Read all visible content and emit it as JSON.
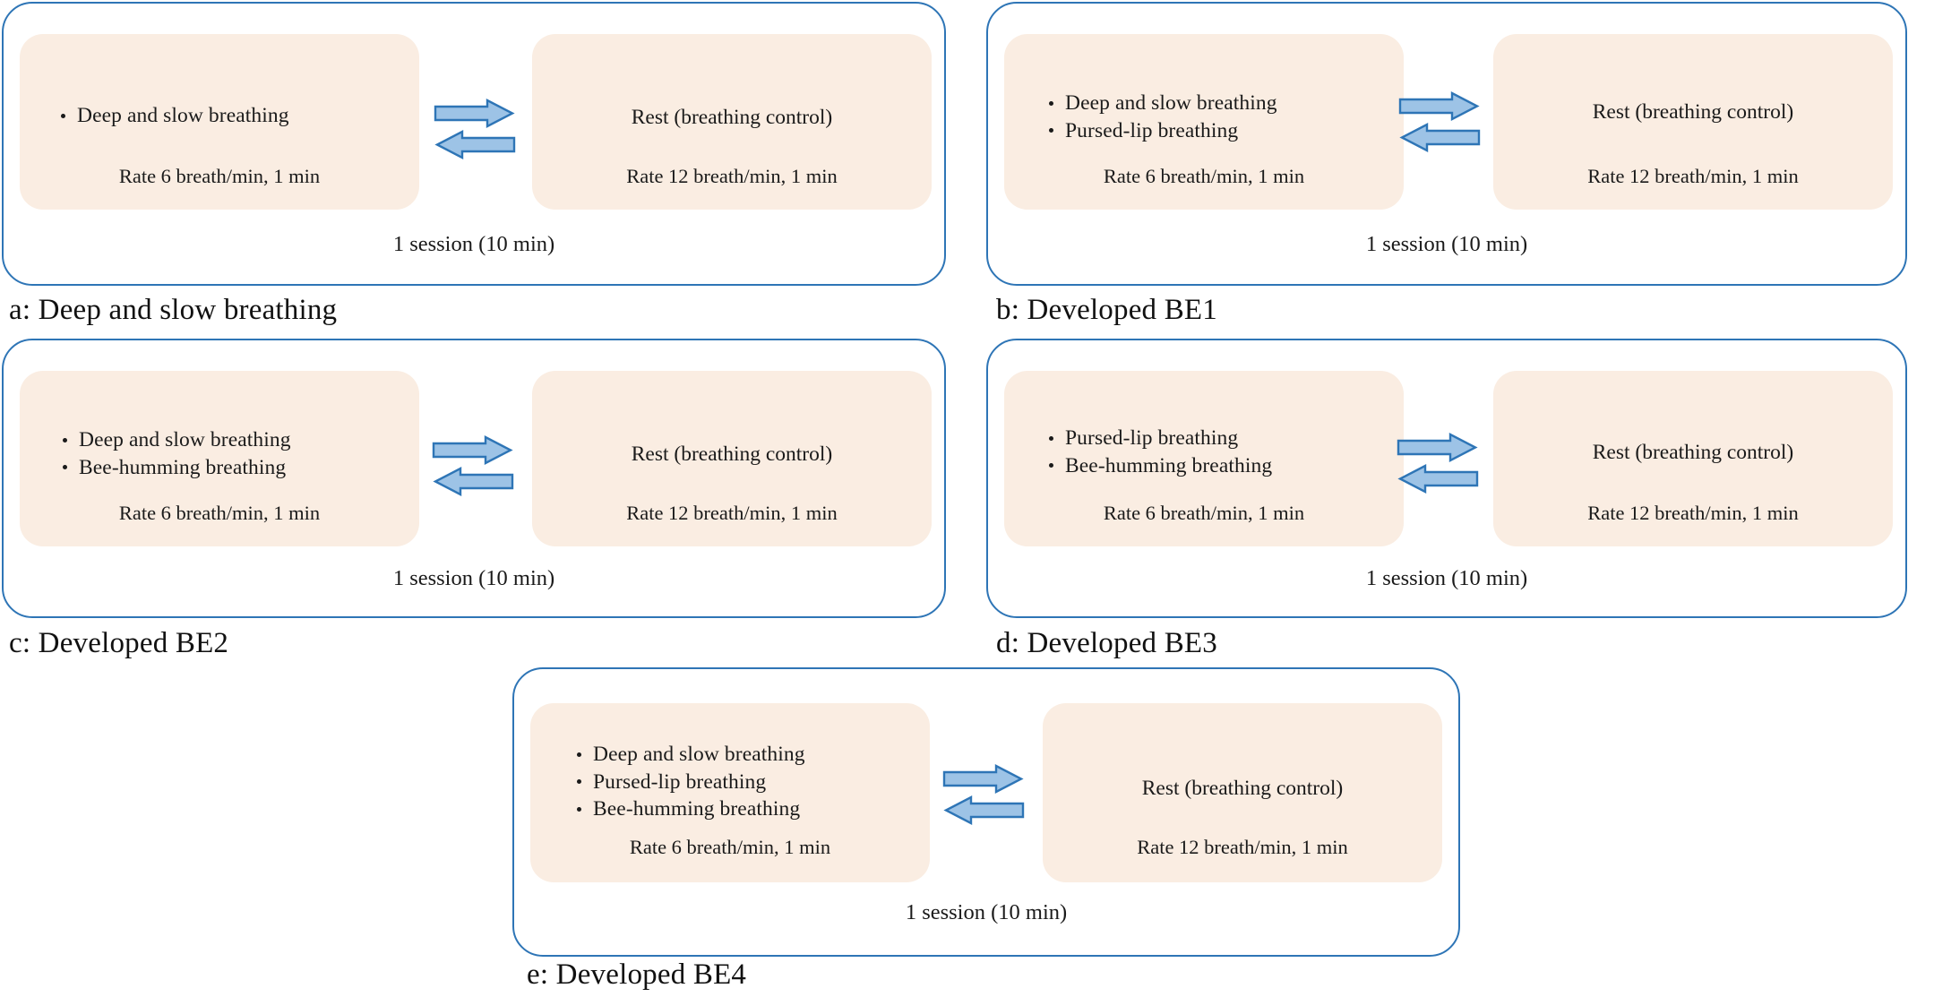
{
  "figure": {
    "colors": {
      "panel_border": "#2E75B6",
      "card_fill": "#FAEDE2",
      "arrow_fill": "#9DC3E6",
      "arrow_stroke": "#2E75B6",
      "text": "#1a1a1a",
      "page_background": "#FFFFFF"
    },
    "common": {
      "rest_label": "Rest (breathing control)",
      "rate_left": "Rate 6 breath/min, 1 min",
      "rate_right": "Rate 12 breath/min, 1 min",
      "session": "1 session (10 min)",
      "arrow_right_icon": "arrow-right-icon",
      "arrow_left_icon": "arrow-left-icon"
    },
    "panels": [
      {
        "id": "a",
        "caption": "a: Deep and slow breathing",
        "bullets": [
          "Deep and slow breathing"
        ],
        "rest_label": "Rest (breathing control)",
        "rate_left": "Rate 6 breath/min, 1 min",
        "rate_right": "Rate 12 breath/min, 1 min",
        "session": "1 session (10 min)"
      },
      {
        "id": "b",
        "caption": "b: Developed BE1",
        "bullets": [
          "Deep and slow breathing",
          "Pursed-lip breathing"
        ],
        "rest_label": "Rest (breathing control)",
        "rate_left": "Rate 6 breath/min, 1 min",
        "rate_right": "Rate 12 breath/min, 1 min",
        "session": "1 session (10 min)"
      },
      {
        "id": "c",
        "caption": "c: Developed BE2",
        "bullets": [
          "Deep and slow breathing",
          "Bee-humming breathing"
        ],
        "rest_label": "Rest (breathing control)",
        "rate_left": "Rate 6 breath/min, 1 min",
        "rate_right": "Rate 12 breath/min, 1 min",
        "session": "1 session (10 min)"
      },
      {
        "id": "d",
        "caption": "d: Developed BE3",
        "bullets": [
          "Pursed-lip breathing",
          "Bee-humming breathing"
        ],
        "rest_label": "Rest (breathing control)",
        "rate_left": "Rate 6 breath/min, 1 min",
        "rate_right": "Rate 12 breath/min, 1 min",
        "session": "1 session (10 min)"
      },
      {
        "id": "e",
        "caption": "e: Developed BE4",
        "bullets": [
          "Deep and slow breathing",
          "Pursed-lip breathing",
          "Bee-humming breathing"
        ],
        "rest_label": "Rest (breathing control)",
        "rate_left": "Rate 6 breath/min, 1 min",
        "rate_right": "Rate 12 breath/min, 1 min",
        "session": "1 session (10 min)"
      }
    ]
  }
}
